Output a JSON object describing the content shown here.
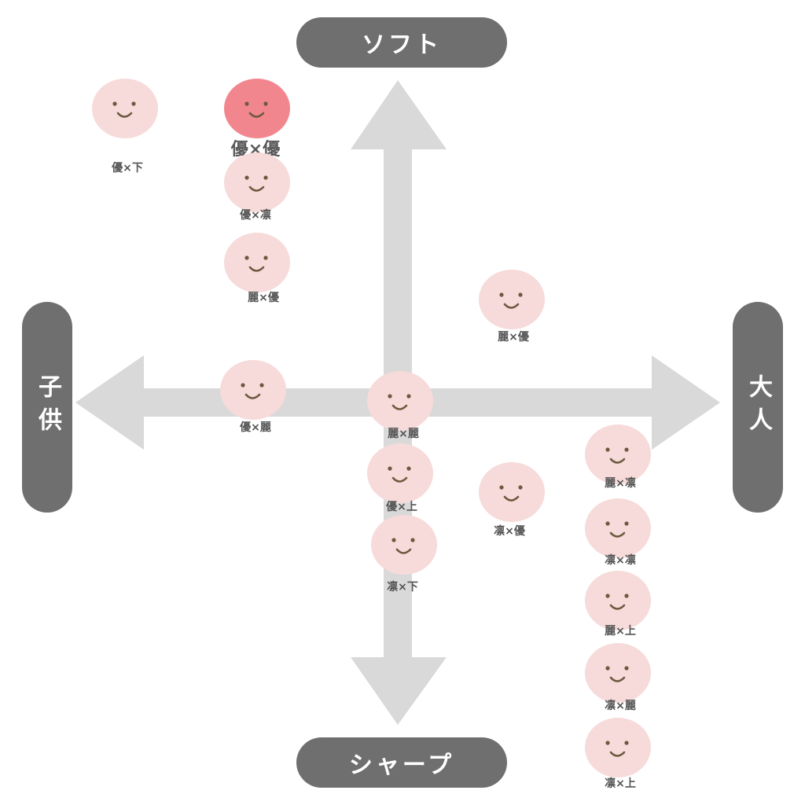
{
  "axes": {
    "top": "ソフト",
    "bottom": "シャープ",
    "left": "子供",
    "right": "大人"
  },
  "colors": {
    "pill": "#6f6f6f",
    "arrow": "#d9d9d9",
    "face": "#f7dada",
    "face_active": "#f2868e",
    "face_features": "#6b5a3e"
  },
  "faces": [
    {
      "label": "優×下"
    },
    {
      "label": "優×優",
      "active": true
    },
    {
      "label": "優×凛"
    },
    {
      "label": "麗×優"
    },
    {
      "label": "麗×優"
    },
    {
      "label": "優×麗"
    },
    {
      "label": "麗×麗"
    },
    {
      "label": "優×上"
    },
    {
      "label": "凛×下"
    },
    {
      "label": "凛×優"
    },
    {
      "label": "麗×凛"
    },
    {
      "label": "凛×凛"
    },
    {
      "label": "麗×上"
    },
    {
      "label": "凛×麗"
    },
    {
      "label": "凛×上"
    }
  ]
}
